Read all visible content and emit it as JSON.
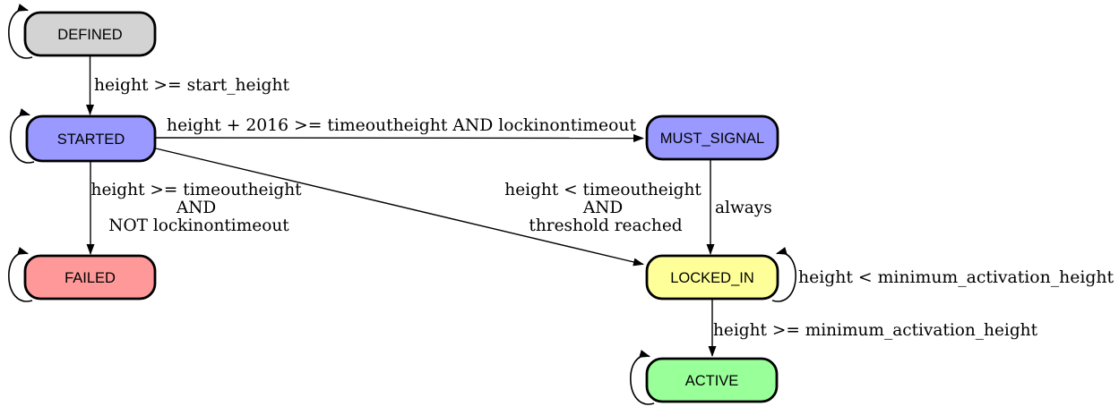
{
  "diagram": {
    "kind": "state-machine",
    "background_color": "#ffffff",
    "edge_color": "#000000",
    "border_color": "#000000",
    "states": [
      {
        "id": "defined",
        "label": "DEFINED",
        "color": "#d3d3d3",
        "self_loop": true
      },
      {
        "id": "started",
        "label": "STARTED",
        "color": "#9999ff",
        "self_loop": true
      },
      {
        "id": "must_signal",
        "label": "MUST_SIGNAL",
        "color": "#9999ff",
        "self_loop": false
      },
      {
        "id": "failed",
        "label": "FAILED",
        "color": "#ff9999",
        "self_loop": true
      },
      {
        "id": "locked_in",
        "label": "LOCKED_IN",
        "color": "#ffff99",
        "self_loop": true
      },
      {
        "id": "active",
        "label": "ACTIVE",
        "color": "#99ff99",
        "self_loop": true
      }
    ],
    "transitions": [
      {
        "from": "DEFINED",
        "to": "STARTED",
        "label": "height >= start_height"
      },
      {
        "from": "STARTED",
        "to": "MUST_SIGNAL",
        "label": "height + 2016 >= timeoutheight AND lockinontimeout"
      },
      {
        "from": "STARTED",
        "to": "FAILED",
        "label": "height >= timeoutheight AND NOT lockinontimeout",
        "lines": {
          "0": "height >= timeoutheight",
          "1": "AND",
          "2": "NOT lockinontimeout"
        }
      },
      {
        "from": "STARTED",
        "to": "LOCKED_IN",
        "label": "height < timeoutheight AND threshold reached",
        "lines": {
          "0": "height < timeoutheight",
          "1": "AND",
          "2": "threshold reached"
        }
      },
      {
        "from": "MUST_SIGNAL",
        "to": "LOCKED_IN",
        "label": "always"
      },
      {
        "from": "LOCKED_IN",
        "to": "LOCKED_IN",
        "label": "height < minimum_activation_height"
      },
      {
        "from": "LOCKED_IN",
        "to": "ACTIVE",
        "label": "height >= minimum_activation_height"
      }
    ]
  }
}
